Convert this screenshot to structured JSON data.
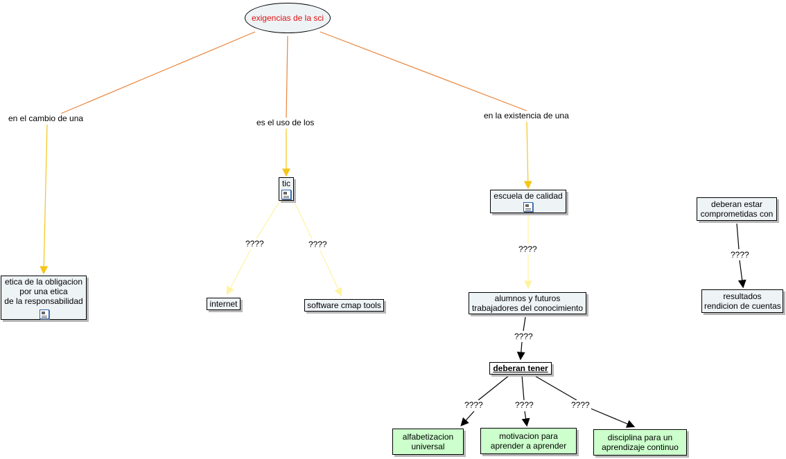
{
  "root": {
    "label": "exigencias de la sci"
  },
  "linking_phrases": {
    "cambio": "en el cambio de una",
    "uso": "es el uso de los",
    "existencia": "en la existencia de una",
    "q_internet": "????",
    "q_software": "????",
    "q_alumnos": "????",
    "q_tener": "????",
    "q_alfabetizacion": "????",
    "q_motivacion": "????",
    "q_disciplina": "????",
    "q_resultados": "????"
  },
  "concepts": {
    "etica": {
      "line1": "etica de la obligacion",
      "line2": "por una etica",
      "line3": "de la responsabilidad"
    },
    "tic": "tic",
    "escuela": "escuela de calidad",
    "internet": "internet",
    "software": "software cmap tools",
    "alumnos": {
      "line1": "alumnos y futuros",
      "line2": "trabajadores del conocimiento"
    },
    "deberan_tener": "deberan tener",
    "alfabetizacion": {
      "line1": "alfabetizacion",
      "line2": "universal"
    },
    "motivacion": {
      "line1": "motivacion para",
      "line2": "aprender a aprender"
    },
    "disciplina": {
      "line1": "disciplina para un",
      "line2": "aprendizaje continuo"
    },
    "deberan_estar": {
      "line1": "deberan estar",
      "line2": "comprometidas con"
    },
    "resultados": {
      "line1": "resultados",
      "line2": "rendicion de cuentas"
    }
  },
  "icons": [
    "document-icon"
  ],
  "colors": {
    "root_text": "#e01010",
    "concept_bg": "#eef3f6",
    "green_bg": "#ccffcc",
    "link_orange": "#e8843a",
    "link_yellow": "#f5c518",
    "link_pale": "#fff3a0",
    "link_black": "#000000"
  }
}
